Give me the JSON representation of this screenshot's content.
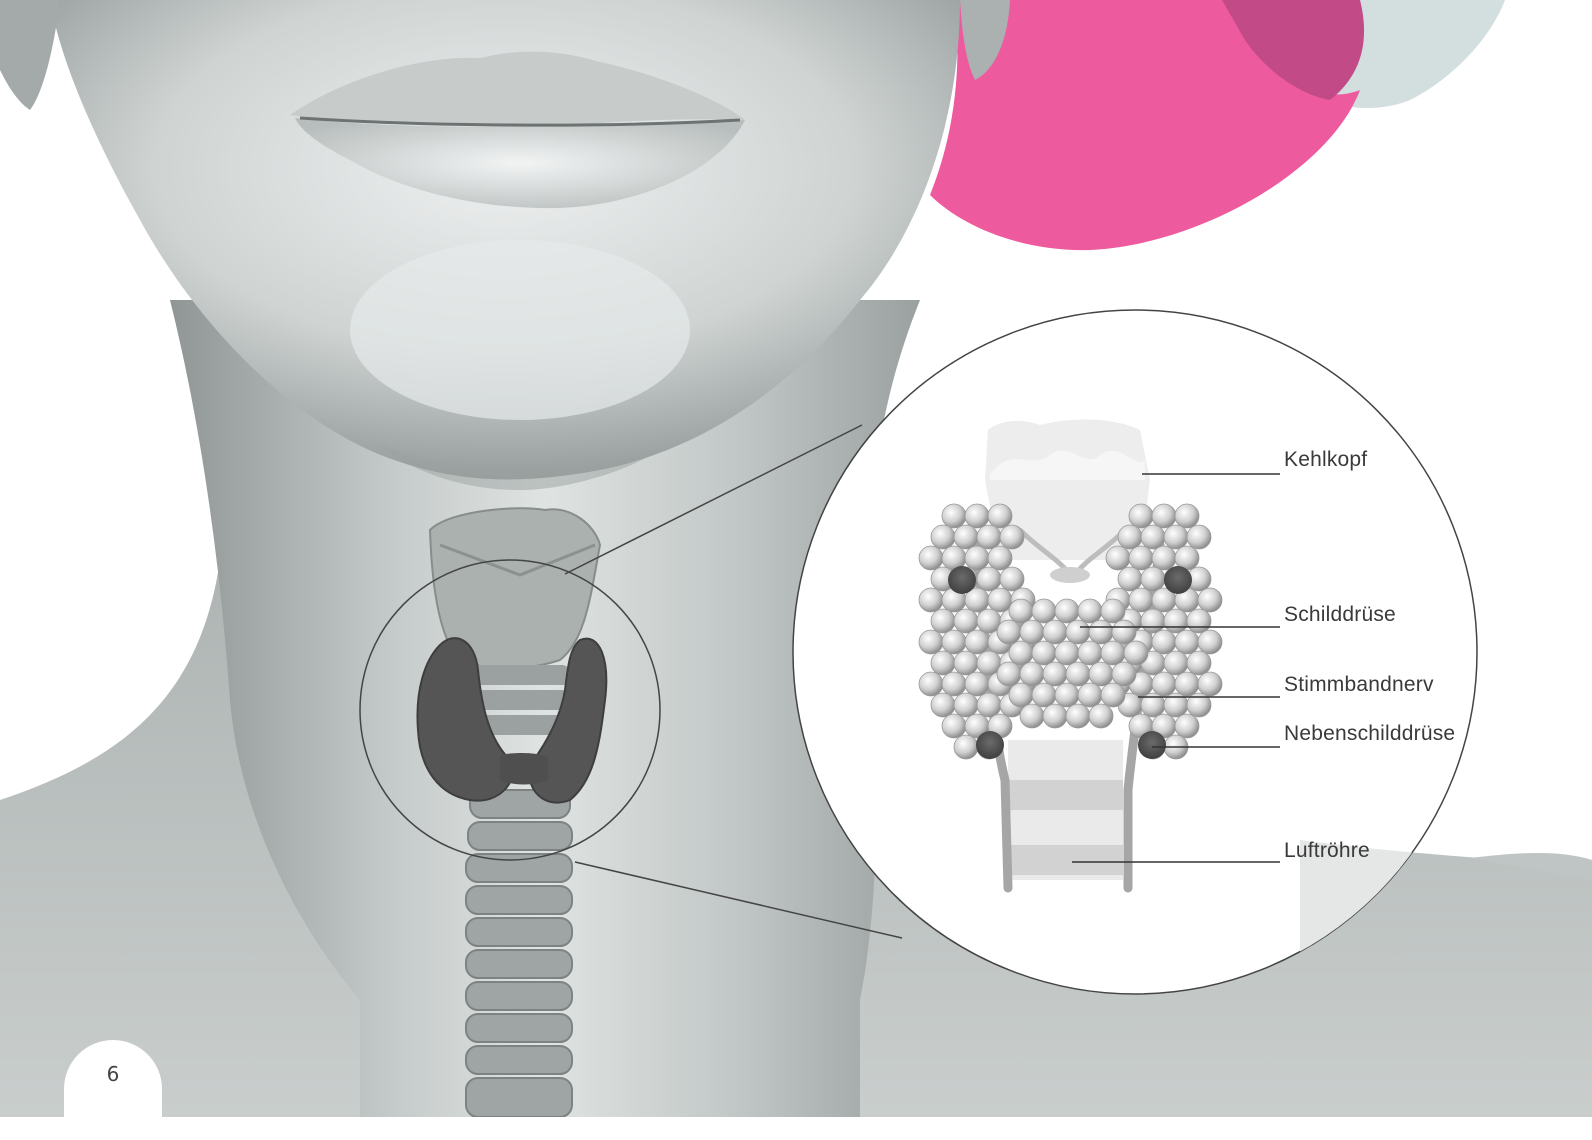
{
  "labels": {
    "larynx": "Kehlkopf",
    "thyroid": "Schilddrüse",
    "vocal_nerve": "Stimmbandnerv",
    "parathyroid": "Nebenschilddrüse",
    "trachea": "Luftröhre"
  },
  "page_number": "6",
  "colors": {
    "accent_pink": "#EE5A9E",
    "accent_mauve": "#C24A87",
    "accent_grey_blue": "#D3DEDF",
    "skin_light": "#E9ECEC",
    "skin_dark": "#8E9594",
    "gland_dark": "#555555"
  }
}
